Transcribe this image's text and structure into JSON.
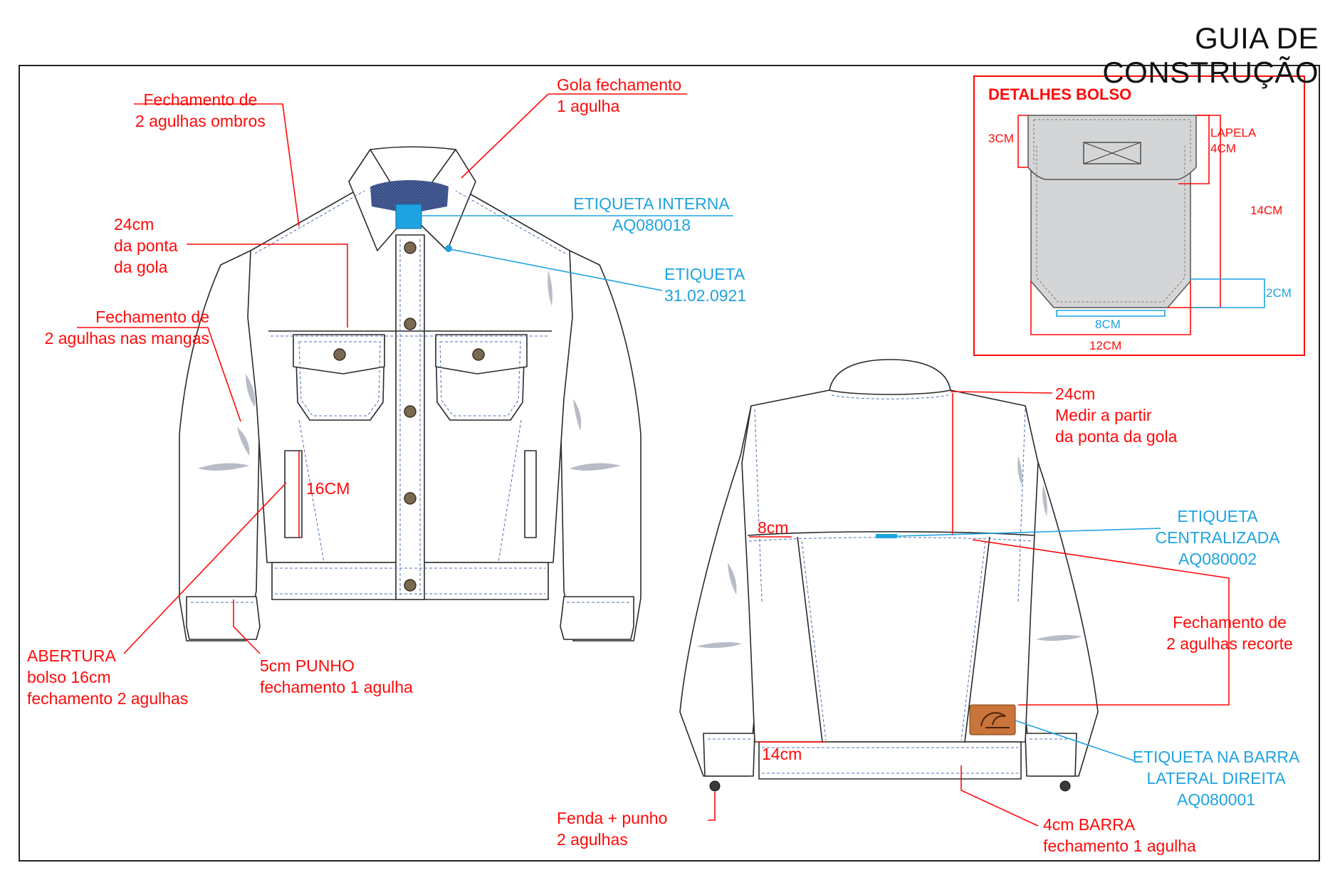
{
  "page_title": "GUIA DE CONSTRUÇÃO",
  "colors": {
    "annotation": "#ff0a0a",
    "label_callout": "#1fa3e0",
    "garment_outline": "#2a2a2a",
    "stitch": "#4f6fb5",
    "pocket_fill": "#d4d5d7",
    "leather_patch": "#c9743a",
    "collar_denim": "#3a4f8a"
  },
  "front": {
    "collar_closing": [
      "Gola fechamento",
      "1 agulha"
    ],
    "shoulder_closing": [
      "Fechamento de",
      "2 agulhas ombros"
    ],
    "collar_tip": [
      "24cm",
      "da ponta",
      "da gola"
    ],
    "sleeve_closing": [
      "Fechamento de",
      "2 agulhas nas mangas"
    ],
    "inner_label": [
      "ETIQUETA INTERNA",
      "AQ080018"
    ],
    "label": [
      "ETIQUETA",
      "31.02.0921"
    ],
    "pocket_size": "16CM",
    "pocket_opening": [
      "ABERTURA",
      "bolso 16cm",
      "fechamento 2 agulhas"
    ],
    "cuff": [
      "5cm PUNHO",
      "fechamento 1 agulha"
    ]
  },
  "back": {
    "collar_tip": [
      "24cm",
      "Medir a partir",
      "da ponta da gola"
    ],
    "center_label": [
      "ETIQUETA",
      "CENTRALIZADA",
      "AQ080002"
    ],
    "yoke_closing": [
      "Fechamento de",
      "2 agulhas recorte"
    ],
    "yoke_width": "8cm",
    "hem_width": "14cm",
    "hem_label": [
      "ETIQUETA NA BARRA",
      "LATERAL DIREITA",
      "AQ080001"
    ],
    "vent_cuff": [
      "Fenda + punho",
      "2 agulhas"
    ],
    "waistband": [
      "4cm BARRA",
      "fechamento 1 agulha"
    ]
  },
  "pocket_detail": {
    "title": "DETALHES BOLSO",
    "flap_left": "3CM",
    "flap_right": [
      "LAPELA",
      "4CM"
    ],
    "height": "14CM",
    "corner": "2CM",
    "bottom": "8CM",
    "width": "12CM"
  }
}
